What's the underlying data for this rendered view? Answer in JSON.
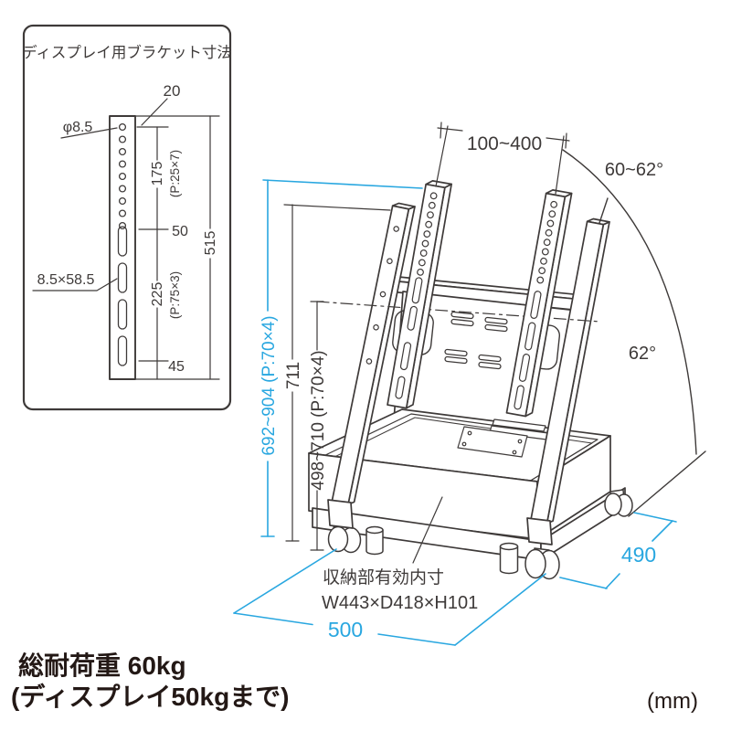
{
  "inset": {
    "title": "ディスプレイ用ブラケット寸法",
    "labels": {
      "hole_dia": "φ8.5",
      "slot_size": "8.5×58.5"
    },
    "dims": {
      "top_offset": "20",
      "hole_pitch": "175",
      "hole_pitch_note": "(P:25×7)",
      "gap": "50",
      "slot_pitch": "225",
      "slot_pitch_note": "(P:75×3)",
      "bottom_offset": "45",
      "total": "515"
    }
  },
  "main": {
    "dims": {
      "bracket_width": "100~400",
      "tilt_range": "60~62°",
      "tilt": "62°",
      "overall_height": "692~904 (P:70×4)",
      "post_height": "711",
      "bracket_center_height": "498~710 (P:70×4)",
      "base_width": "500",
      "base_depth": "490"
    },
    "storage": {
      "label": "収納部有効内寸",
      "size": "W443×D418×H101"
    }
  },
  "footer": {
    "load": "総耐荷重 60kg",
    "load_note": "(ディスプレイ50kgまで)",
    "unit": "(mm)"
  },
  "colors": {
    "accent": "#29a7e0",
    "line": "#3e3a39"
  }
}
